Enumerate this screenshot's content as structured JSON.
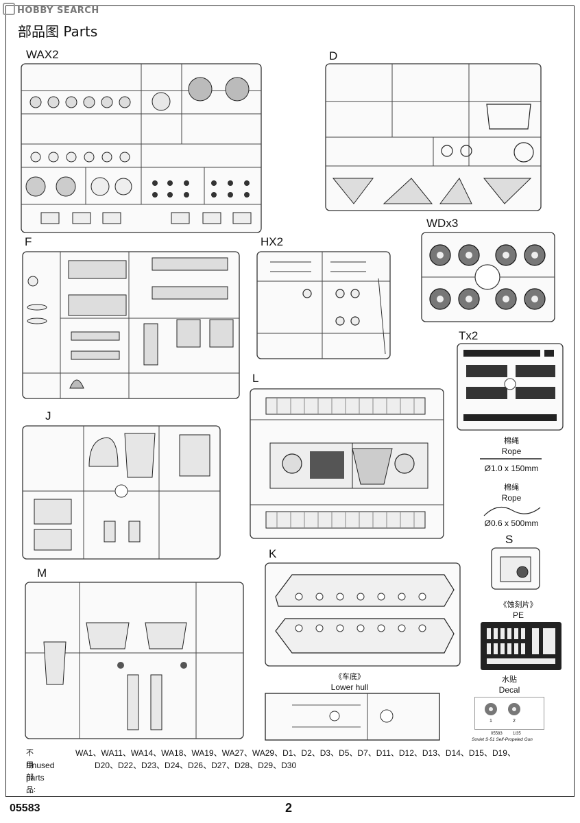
{
  "watermark": "HOBBY SEARCH",
  "header": {
    "title": "部品图  Parts"
  },
  "sprues": {
    "wax2": "WAX2",
    "d": "D",
    "wdx3": "WDx3",
    "f": "F",
    "hx2": "HX2",
    "tx2": "Tx2",
    "l": "L",
    "j": "J",
    "s": "S",
    "k": "K",
    "m": "M"
  },
  "extras": {
    "rope1_cn": "棉绳",
    "rope1_en": "Rope",
    "rope1_size": "Ø1.0 x 150mm",
    "rope2_cn": "棉绳",
    "rope2_en": "Rope",
    "rope2_size": "Ø0.6 x 500mm",
    "pe_cn": "《蚀刻片》",
    "pe_en": "PE",
    "lower_hull_cn": "《车底》",
    "lower_hull_en": "Lower hull",
    "decal_cn": "水贴",
    "decal_en": "Decal",
    "decal_num1": "1",
    "decal_num2": "2",
    "decal_code": "05583",
    "decal_scale": "1/35",
    "decal_name": "Soviet S-51 Self-Propeled Gun"
  },
  "unused": {
    "label_cn": "不用部品:",
    "label_en": "Unused parts",
    "line1": "WA1、WA11、WA14、WA18、WA19、WA27、WA29、D1、D2、D3、D5、D7、D11、D12、D13、D14、D15、D19、",
    "line2": "D20、D22、D23、D24、D26、D27、D28、D29、D30"
  },
  "footer": {
    "code": "05583",
    "page": "2"
  }
}
